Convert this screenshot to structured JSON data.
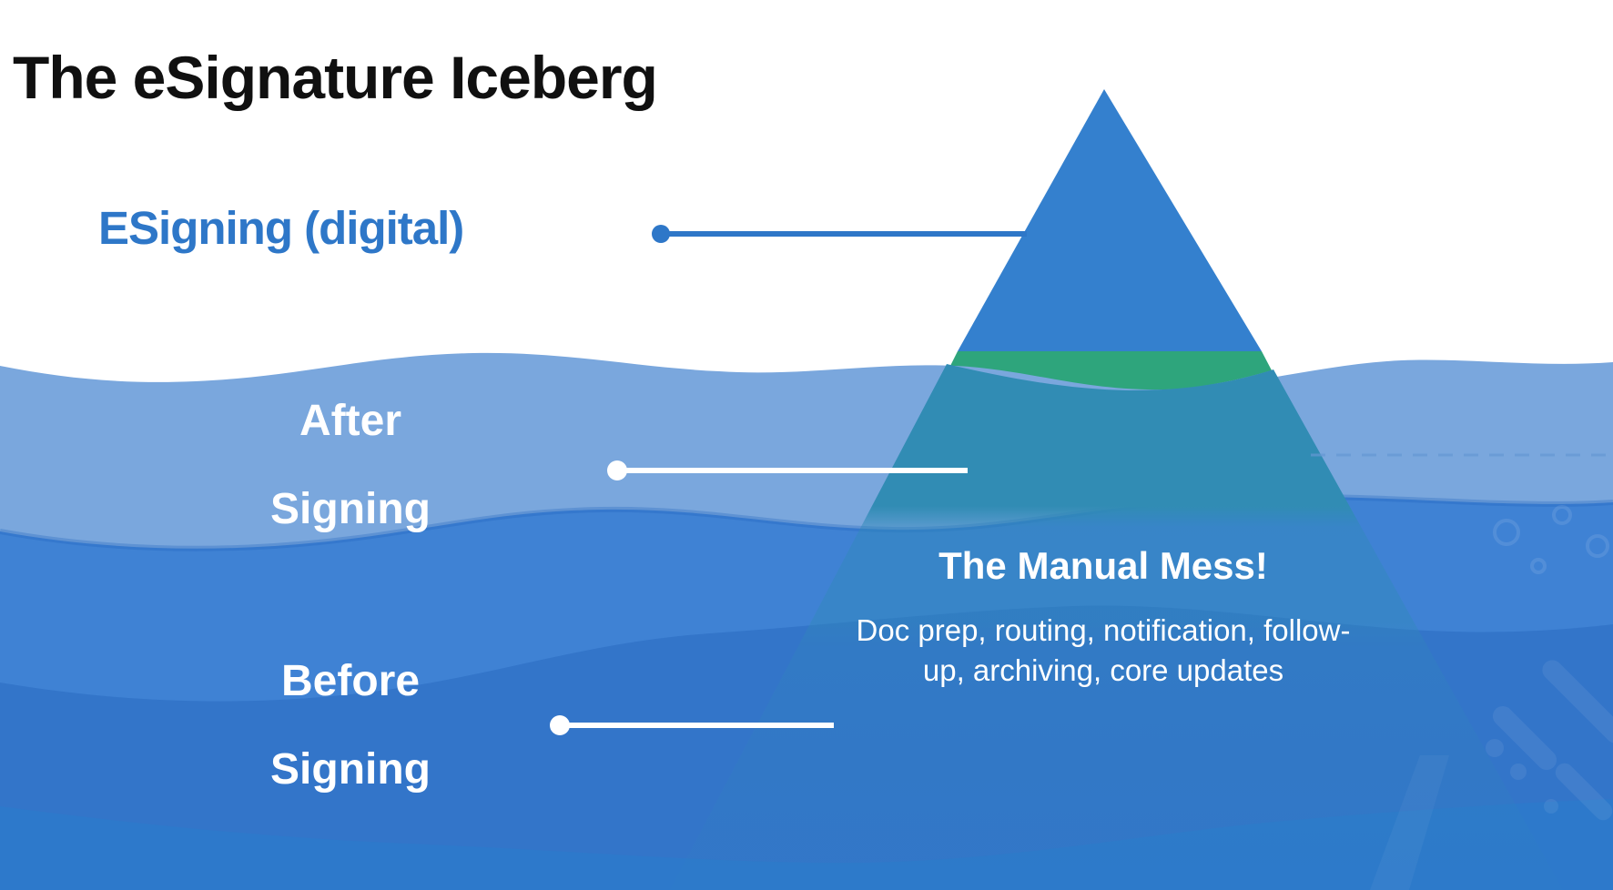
{
  "title": "The eSignature Iceberg",
  "labels": {
    "esigning": "ESigning (digital)",
    "after": [
      "After",
      "Signing"
    ],
    "before": [
      "Before",
      "Signing"
    ]
  },
  "iceberg": {
    "manual_title": "The Manual Mess!",
    "manual_detail": "Doc prep, routing, notification, follow-up, archiving, core updates"
  },
  "colors": {
    "title_text": "#101010",
    "esign_blue": "#2E77C8",
    "iceberg_cap_blue": "#3480CE",
    "iceberg_green_band": "#2EA57C",
    "iceberg_underwater_teal": "#318CB4",
    "water_layer1_light": "#7AA7DD",
    "water_layer2": "#3F82D4",
    "water_layer3": "#3375C9",
    "water_layer4": "#2D79CB",
    "label_white": "#FFFFFF"
  }
}
